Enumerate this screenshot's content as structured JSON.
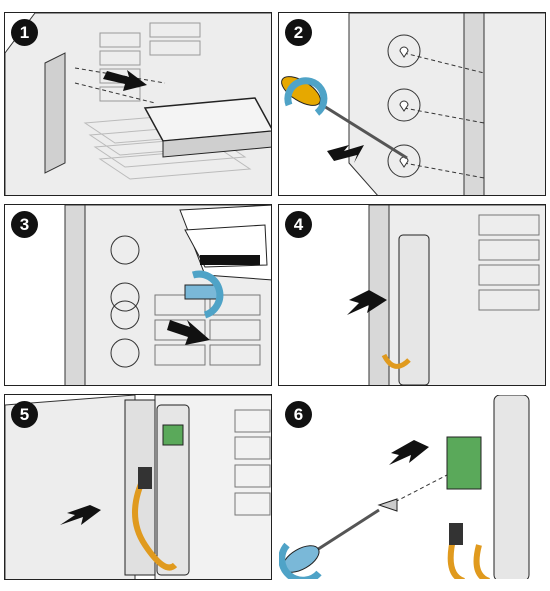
{
  "steps": [
    {
      "number": "1"
    },
    {
      "number": "2"
    },
    {
      "number": "3"
    },
    {
      "number": "4"
    },
    {
      "number": "5"
    },
    {
      "number": "6"
    }
  ],
  "colors": {
    "line": "#333333",
    "chassis": "#ededed",
    "chassis_shade": "#d0d0d0",
    "arrow": "#111111",
    "screwdriver_handle": "#e6a800",
    "screwdriver_rotation": "#4fa3c7",
    "cable": "#e09a1e",
    "board": "#5aa95a"
  }
}
